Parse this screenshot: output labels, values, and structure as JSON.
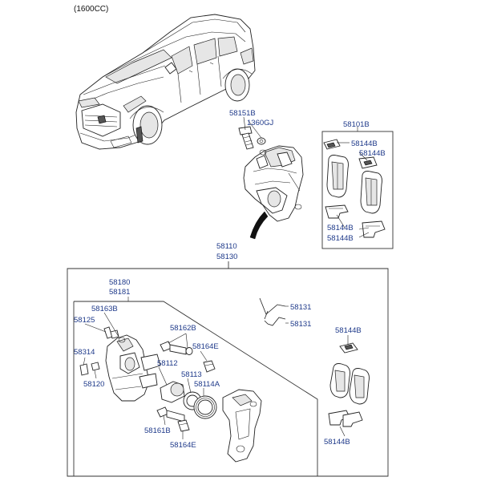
{
  "header": {
    "engine": "(1600CC)"
  },
  "labels": {
    "l58151b": "58151B",
    "l1360gj": "1360GJ",
    "l58101b": "58101B",
    "l58144b_1": "58144B",
    "l58144b_2": "58144B",
    "l58144b_3": "58144B",
    "l58144b_4": "58144B",
    "l58110": "58110",
    "l58130": "58130",
    "l58180": "58180",
    "l58181": "58181",
    "l58163b": "58163B",
    "l58125": "58125",
    "l58162b": "58162B",
    "l58131_1": "58131",
    "l58131_2": "58131",
    "l58144b_5": "58144B",
    "l58314": "58314",
    "l58164e_1": "58164E",
    "l58112": "58112",
    "l58113": "58113",
    "l58120": "58120",
    "l58114a": "58114A",
    "l58161b": "58161B",
    "l58164e_2": "58164E",
    "l58144b_6": "58144B"
  }
}
